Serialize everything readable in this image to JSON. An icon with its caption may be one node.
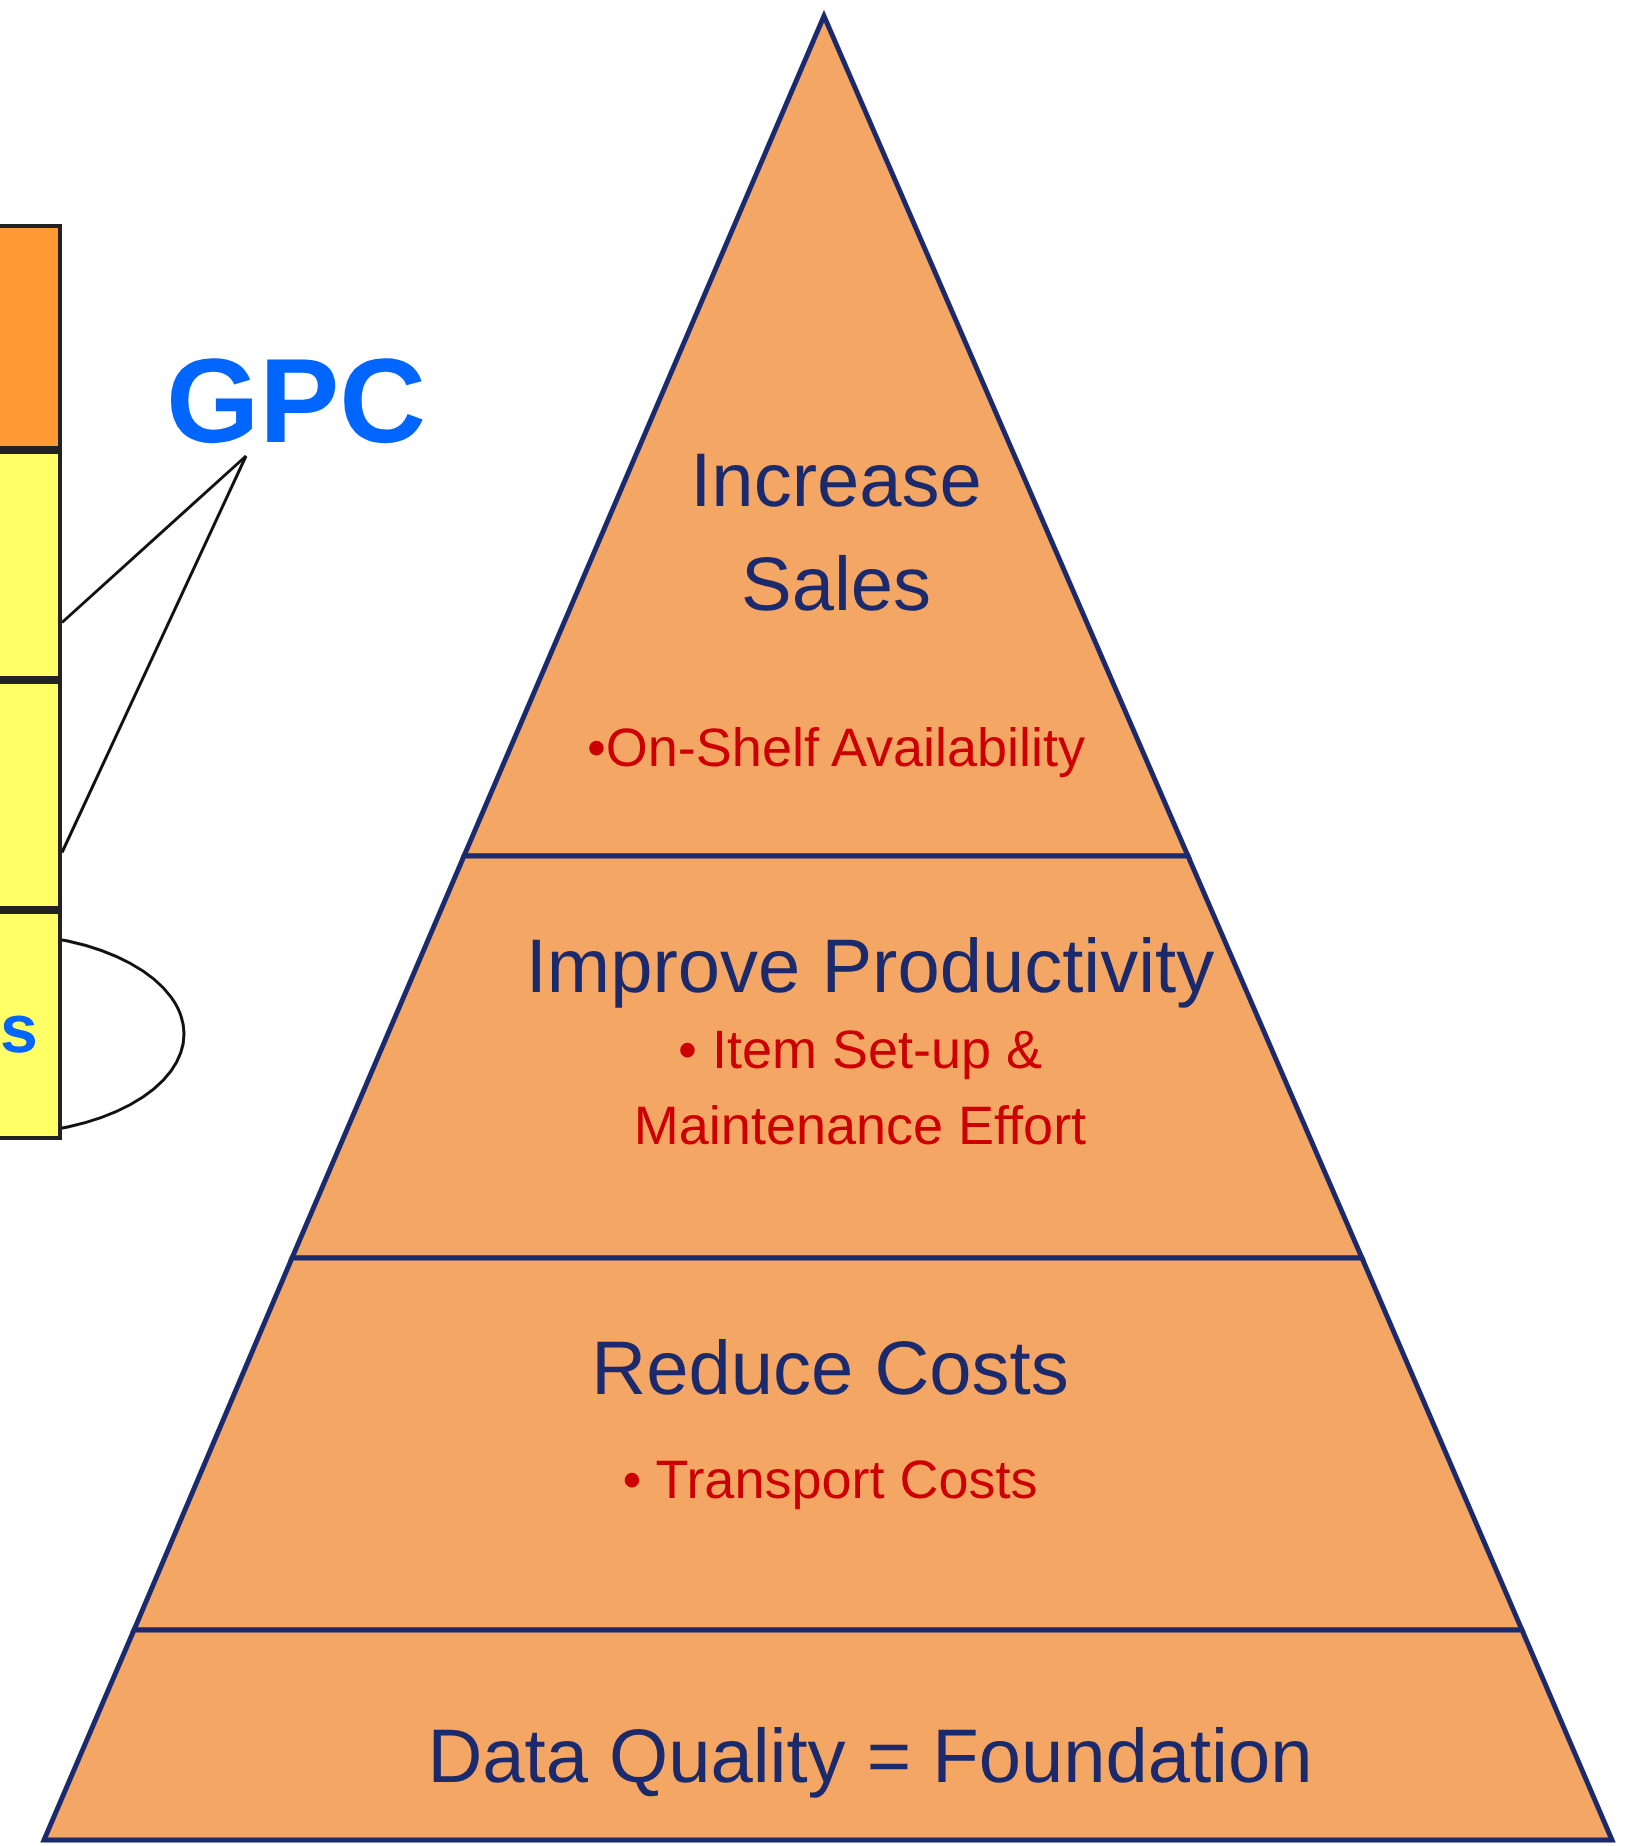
{
  "diagram": {
    "nodes": [
      {
        "text": [],
        "shape": "box"
      },
      {
        "text": [],
        "shape": "box"
      },
      {
        "text": [],
        "shape": "box"
      },
      {
        "text": [
          "s"
        ]
      },
      {
        "text": [
          "GPC"
        ]
      },
      {
        "text": [
          "Increase Sales",
          "•On-Shelf Availability"
        ]
      },
      {
        "text": [
          "Improve Productivity",
          "• Item Set-up & Maintenance Effort"
        ]
      },
      {
        "text": [
          "Reduce Costs",
          "• Transport Costs"
        ]
      },
      {
        "text": [
          "Data Quality = Foundation"
        ]
      }
    ],
    "edges": [
      {
        "from": 4,
        "to": 1,
        "arrow": "none"
      },
      {
        "from": 4,
        "to": 2,
        "arrow": "none"
      }
    ]
  }
}
